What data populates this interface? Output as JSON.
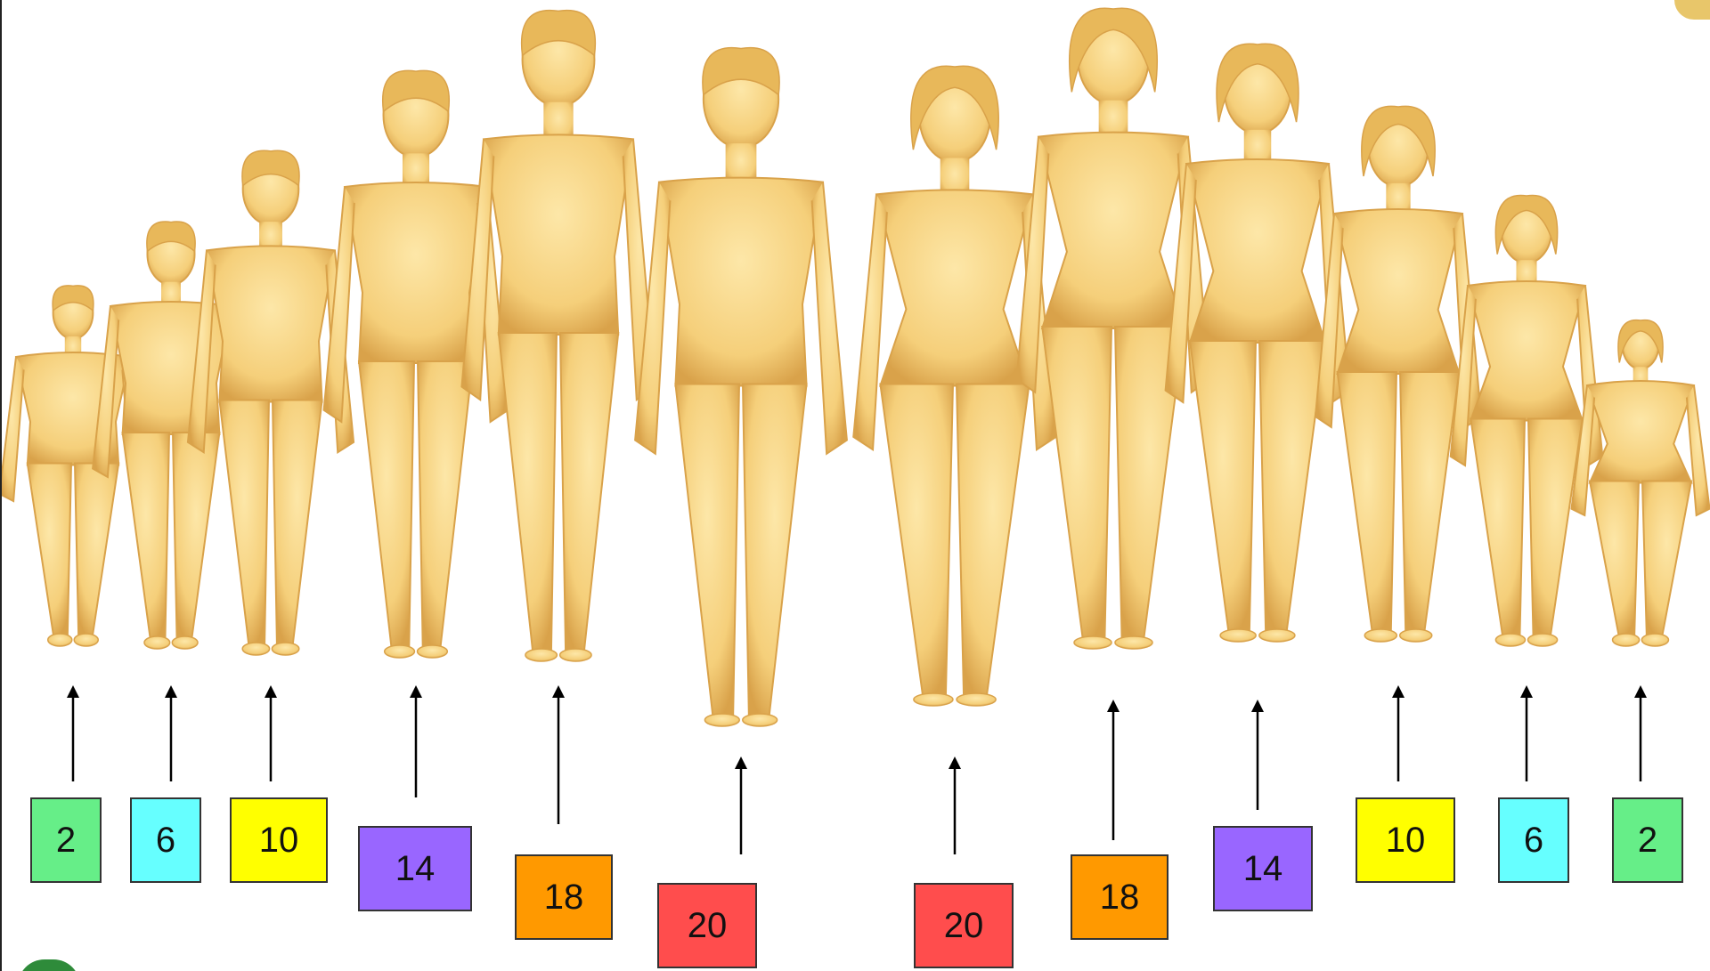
{
  "figures": [
    {
      "sex": "male",
      "age_label": "2",
      "color": "#66ee88"
    },
    {
      "sex": "male",
      "age_label": "6",
      "color": "#66ffff"
    },
    {
      "sex": "male",
      "age_label": "10",
      "color": "#ffff00"
    },
    {
      "sex": "male",
      "age_label": "14",
      "color": "#9966ff"
    },
    {
      "sex": "male",
      "age_label": "18",
      "color": "#ff9900"
    },
    {
      "sex": "male",
      "age_label": "20",
      "color": "#ff4d4d"
    },
    {
      "sex": "female",
      "age_label": "20",
      "color": "#ff4d4d"
    },
    {
      "sex": "female",
      "age_label": "18",
      "color": "#ff9900"
    },
    {
      "sex": "female",
      "age_label": "14",
      "color": "#9966ff"
    },
    {
      "sex": "female",
      "age_label": "10",
      "color": "#ffff00"
    },
    {
      "sex": "female",
      "age_label": "6",
      "color": "#66ffff"
    },
    {
      "sex": "female",
      "age_label": "2",
      "color": "#66ee88"
    }
  ],
  "skin_color": "#f5cf7a",
  "skin_shade": "#d9a24a"
}
